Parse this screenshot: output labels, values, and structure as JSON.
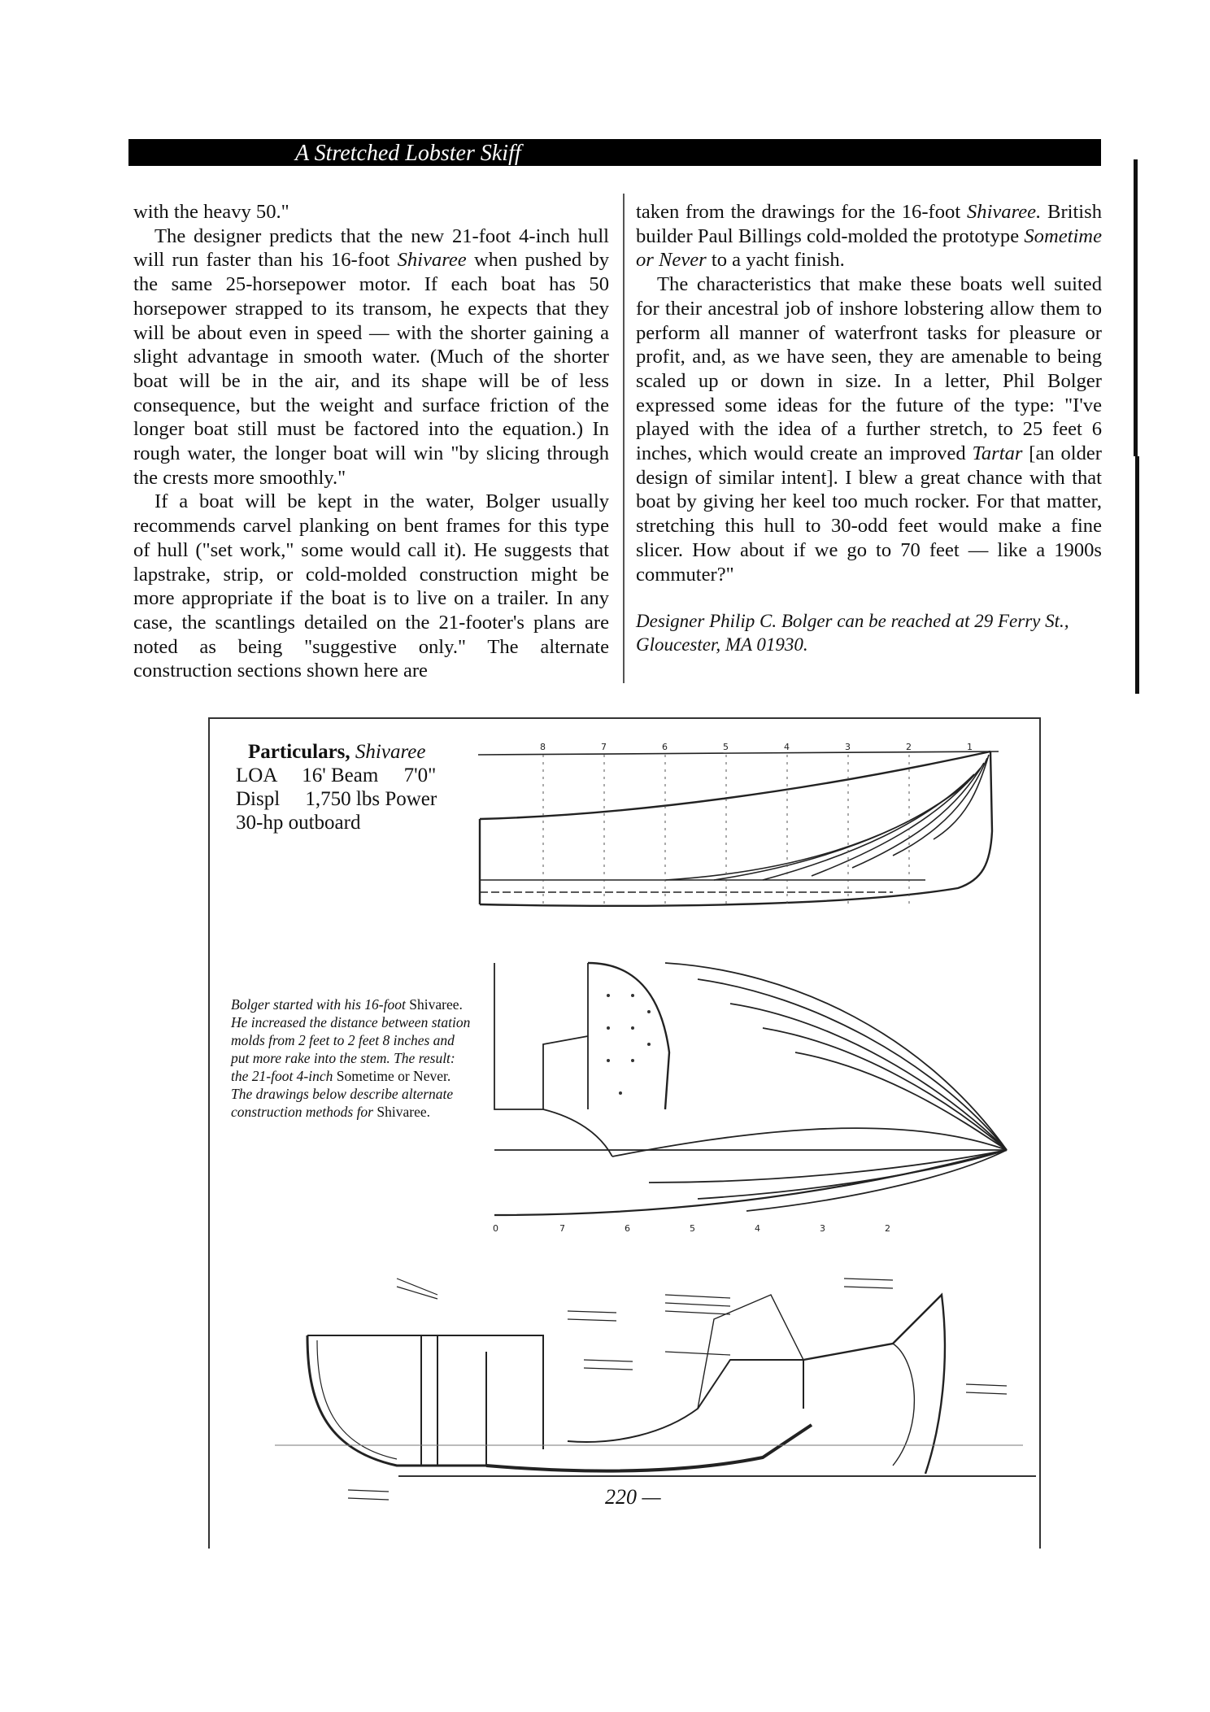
{
  "header": {
    "title": "A Stretched Lobster Skiff"
  },
  "left_column": {
    "p1": "with the heavy 50.\"",
    "p2_a": "The designer predicts that the new 21-foot 4-inch hull will run faster than his 16-foot ",
    "p2_italic": "Shivaree",
    "p2_b": " when pushed by the same 25-horsepower motor. If each boat has 50 horsepower strapped to its transom, he expects that they will be about even in speed — with the shorter gaining a slight advantage in smooth water. (Much of the shorter boat will be in the air, and its shape will be of less consequence, but the weight and surface friction of the longer boat still must be factored into the equation.) In rough water, the longer boat will win \"by slicing through the crests more smoothly.\"",
    "p3": "If a boat will be kept in the water, Bolger usually recommends carvel planking on bent frames for this type of hull (\"set work,\" some would call it). He suggests that lapstrake, strip, or cold-molded construction might be more appropriate if the boat is to live on a trailer. In any case, the scantlings detailed on the 21-footer's plans are noted as being \"suggestive only.\" The alternate construction sections shown here are"
  },
  "right_column": {
    "p1_a": "taken from the drawings for the 16-foot ",
    "p1_italic1": "Shivaree.",
    "p1_b": " British builder Paul Billings cold-molded the prototype ",
    "p1_italic2": "Sometime or Never",
    "p1_c": " to a yacht finish.",
    "p2_a": "The characteristics that make these boats well suited for their ancestral job of inshore lobstering allow them to perform all manner of waterfront tasks for pleasure or profit, and, as we have seen, they are amenable to being scaled up or down in size. In a letter, Phil Bolger expressed some ideas for the future of the type: \"I've played with the idea of a further stretch, to 25 feet 6 inches, which would create an improved ",
    "p2_italic": "Tartar",
    "p2_b": " [an older design of similar intent]. I blew a great chance with that boat by giving her keel too much rocker. For that matter, stretching this hull to 30-odd feet would make a fine slicer. How about if we go to 70 feet — like a 1900s commuter?\"",
    "credit": "Designer Philip C. Bolger can be reached at 29 Ferry St., Gloucester, MA 01930."
  },
  "particulars": {
    "title_bold": "Particulars,",
    "title_italic": " Shivaree",
    "line1": "LOA     16' Beam     7'0\"",
    "line2": "Displ     1,750 lbs Power",
    "line3": "30-hp outboard"
  },
  "caption": {
    "a": "Bolger started with his 16-foot ",
    "b": "Shivaree.",
    "c": " He increased the distance between station molds from 2 feet to 2 feet 8 inches and put more rake into the stem. The result: the 21-foot 4-inch ",
    "d": "Sometime or Never.",
    "e": " The drawings below describe alternate construction methods for ",
    "f": "Shivaree."
  },
  "drawing_labels": {
    "stations": [
      "8",
      "7",
      "6",
      "5",
      "4",
      "3",
      "2",
      "1"
    ],
    "stations_bottom": [
      "0",
      "7",
      "6",
      "5",
      "4",
      "3",
      "2"
    ]
  },
  "page_number": "220 —",
  "colors": {
    "ink": "#111111",
    "header_bg": "#000000",
    "header_text": "#ffffff"
  }
}
